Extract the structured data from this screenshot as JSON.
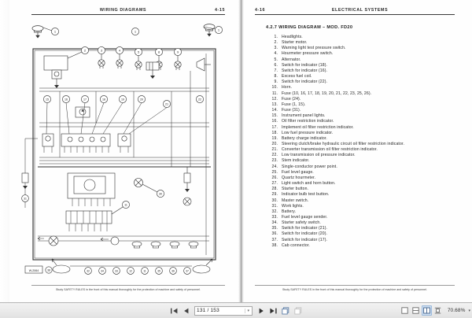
{
  "viewer": {
    "zoom_level": "70.68%",
    "page_indicator": "131 / 153",
    "current_page": "131",
    "total_pages": "153",
    "accent_color": "#cfe0f2"
  },
  "toolbar": {
    "first_page_label": "❙◀",
    "prev_page_label": "◀",
    "next_page_label": "▶",
    "last_page_label": "▶❙",
    "dropdown_caret": "▾",
    "snapshot_label": "snapshot-tool",
    "copy_label": "copy-tool",
    "single_page_label": "single-page-view",
    "continuous_label": "continuous-scroll-view",
    "two_page_label": "two-page-view",
    "fit_page_label": "fit-page",
    "zoom_caret": "▾"
  },
  "left_page": {
    "header_title": "WIRING DIAGRAMS",
    "header_number": "4-15",
    "footer": "Study SAFETY RULES in the front of this manual thoroughly for the protection of machine and safety of personnel.",
    "figure_label": "W-2064"
  },
  "right_page": {
    "header_title": "ELECTRICAL SYSTEMS",
    "header_number": "4-16",
    "section_title": "4.2.7  WIRING DIAGRAM – MOD. FD20",
    "footer": "Study SAFETY RULES in the front of this manual thoroughly for the protection of machine and safety of personnel.",
    "legend": [
      {
        "n": "1.",
        "t": "Headlights."
      },
      {
        "n": "2.",
        "t": "Starter motor."
      },
      {
        "n": "3.",
        "t": "Warning light test pressure switch."
      },
      {
        "n": "4.",
        "t": "Hourmeter pressure switch."
      },
      {
        "n": "5.",
        "t": "Alternator."
      },
      {
        "n": "6.",
        "t": "Switch for indicator (18)."
      },
      {
        "n": "7.",
        "t": "Switch for indicator (16)."
      },
      {
        "n": "8.",
        "t": "Excess fuel coil."
      },
      {
        "n": "9.",
        "t": "Switch for indicator (22)."
      },
      {
        "n": "10.",
        "t": "Horn."
      },
      {
        "n": "11.",
        "t": "Fuse (10, 16, 17, 18, 19, 20, 21, 22, 23, 25, 26)."
      },
      {
        "n": "12.",
        "t": "Fuse (24)."
      },
      {
        "n": "13.",
        "t": "Fuse (1, 15)."
      },
      {
        "n": "14.",
        "t": "Fuse (31)."
      },
      {
        "n": "15.",
        "t": "Instrument panel lights."
      },
      {
        "n": "16.",
        "t": "Oil filter restriction indicator."
      },
      {
        "n": "17.",
        "t": "Implement oil filter restriction indicator."
      },
      {
        "n": "18.",
        "t": "Low fuel pressure indicator."
      },
      {
        "n": "19.",
        "t": "Battery charge indicator."
      },
      {
        "n": "20.",
        "t": "Steering clutch/brake hydraulic circuit oil filter restriction indicator."
      },
      {
        "n": "21.",
        "t": "Converter transmission oil filter restriction indicator."
      },
      {
        "n": "22.",
        "t": "Low transmission oil pressure indicator."
      },
      {
        "n": "23.",
        "t": "Stem indicator."
      },
      {
        "n": "24.",
        "t": "Single-conductor power point."
      },
      {
        "n": "25.",
        "t": "Fuel level gauge."
      },
      {
        "n": "26.",
        "t": "Quartz hourmeter."
      },
      {
        "n": "27.",
        "t": "Light switch and horn button."
      },
      {
        "n": "28.",
        "t": "Starter button."
      },
      {
        "n": "29.",
        "t": "Indicator bulb test button."
      },
      {
        "n": "30.",
        "t": "Master switch."
      },
      {
        "n": "31.",
        "t": "Work lights."
      },
      {
        "n": "32.",
        "t": "Battery."
      },
      {
        "n": "33.",
        "t": "Fuel level gauge sender."
      },
      {
        "n": "34.",
        "t": "Starter safety switch."
      },
      {
        "n": "35.",
        "t": "Switch for indicator (21)."
      },
      {
        "n": "36.",
        "t": "Switch for indicator (20)."
      },
      {
        "n": "37.",
        "t": "Switch for indicator (17)."
      },
      {
        "n": "38.",
        "t": "Cab connector."
      }
    ]
  }
}
